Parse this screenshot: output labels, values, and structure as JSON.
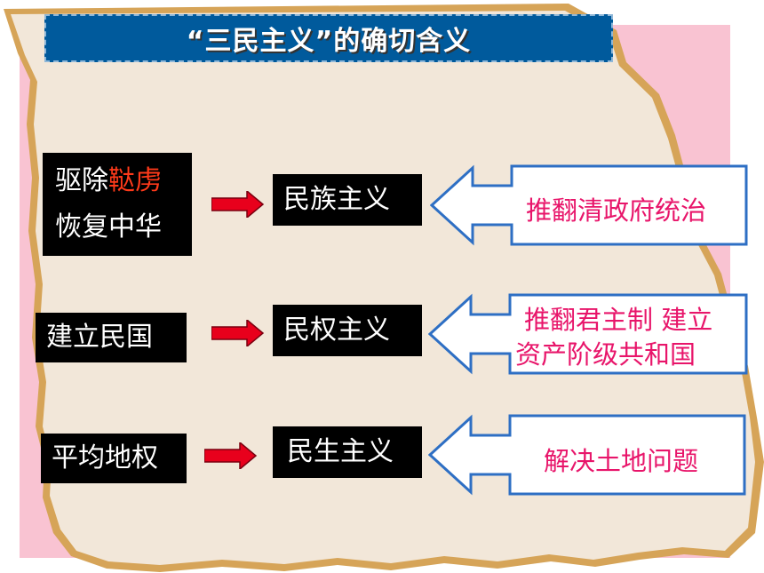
{
  "title": "“三民主义”的确切含义",
  "rows": [
    {
      "slogan_lines": [
        "驱除",
        "鞑虏",
        "恢复中华"
      ],
      "principle": "民族主义",
      "meaning_lines": [
        "推翻清政府统治"
      ]
    },
    {
      "slogan_lines": [
        "建立民国"
      ],
      "principle": "民权主义",
      "meaning_lines": [
        "推翻君主制  建立",
        "资产阶级共和国"
      ]
    },
    {
      "slogan_lines": [
        "平均地权"
      ],
      "principle": "民生主义",
      "meaning_lines": [
        "解决土地问题"
      ]
    }
  ],
  "colors": {
    "title_bg": "#005a9c",
    "box_bg": "#000000",
    "arrow": "#e8001c",
    "callout_border": "#2e6fc4",
    "meaning_text": "#e8156a",
    "highlight": "#ff3a1a",
    "paper": "#f2e7d9",
    "paper_edge": "#d6a458",
    "pink_bg": "#f9c3d2"
  }
}
